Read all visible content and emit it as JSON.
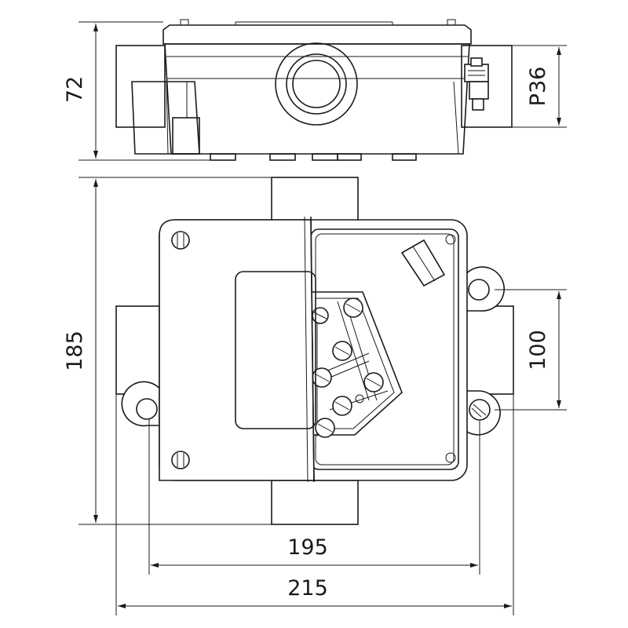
{
  "dimensions": {
    "top_height": "72",
    "pipe": "P36",
    "total_height": "185",
    "mount_spacing": "100",
    "mount_width": "195",
    "overall_width": "215"
  }
}
